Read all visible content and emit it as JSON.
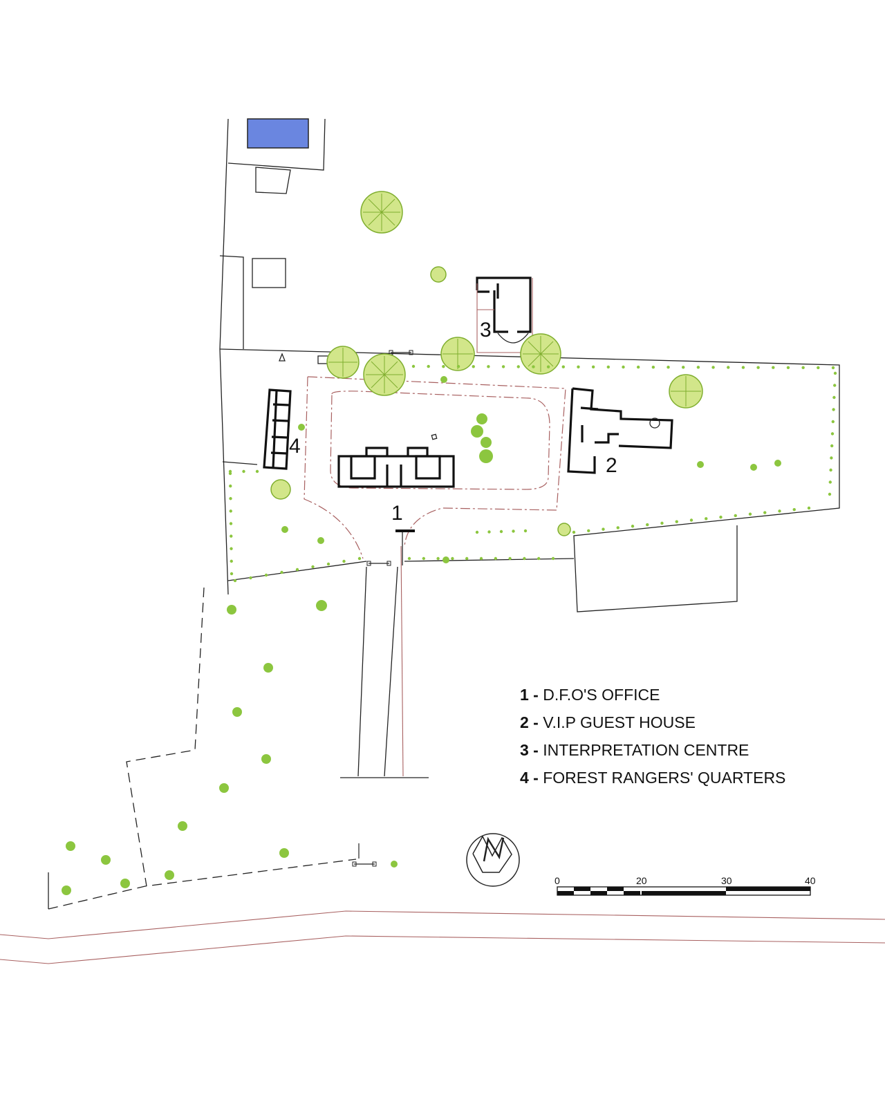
{
  "labels": {
    "b1": "1",
    "b2": "2",
    "b3": "3",
    "b4": "4"
  },
  "legend": [
    {
      "num": "1 -",
      "text": "D.F.O'S OFFICE"
    },
    {
      "num": "2 -",
      "text": "V.I.P GUEST HOUSE"
    },
    {
      "num": "3 -",
      "text": "INTERPRETATION CENTRE"
    },
    {
      "num": "4 -",
      "text": "FOREST RANGERS' QUARTERS"
    }
  ],
  "scale_bar": {
    "ticks": [
      "0",
      "20",
      "30",
      "40"
    ]
  },
  "colors": {
    "pool": "#6a86e0",
    "tree": "#8cc63f",
    "boundary_red": "#a86060"
  }
}
